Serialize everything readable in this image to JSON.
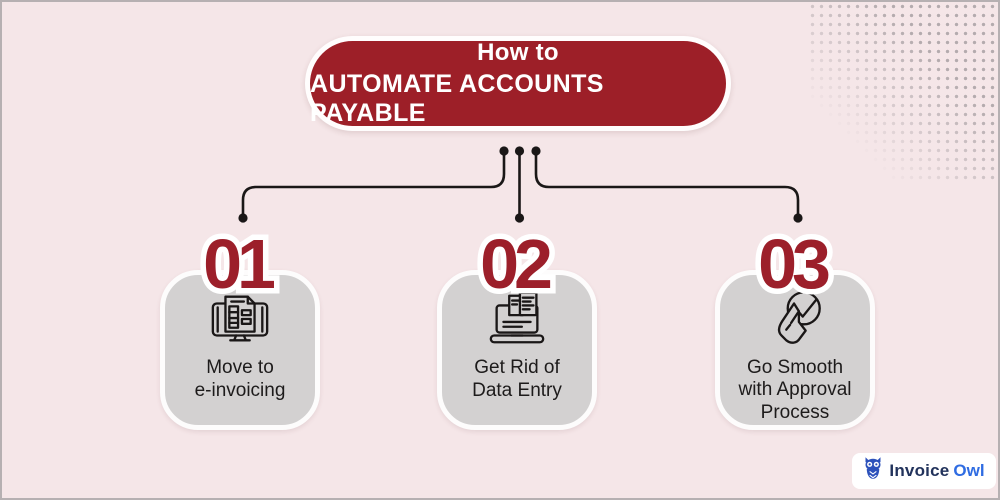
{
  "title": {
    "line1": "How to",
    "line2": "AUTOMATE ACCOUNTS PAYABLE"
  },
  "steps": [
    {
      "number": "01",
      "label": "Move to\ne-invoicing",
      "icon": "monitor-invoice-icon"
    },
    {
      "number": "02",
      "label": "Get Rid of\nData Entry",
      "icon": "laptop-documents-icon"
    },
    {
      "number": "03",
      "label": "Go Smooth\nwith Approval\nProcess",
      "icon": "approval-click-icon"
    }
  ],
  "footer": {
    "brand_part1": "Invoice",
    "brand_part2": "Owl",
    "logo": "owl-icon"
  },
  "colors": {
    "background": "#f5e6e8",
    "accent_red": "#9d1f28",
    "card_gray": "#d3d1d1",
    "line_black": "#1a1717",
    "brand_navy": "#22335c",
    "brand_blue": "#2f6ce2",
    "dot_gray": "#b4abae"
  }
}
